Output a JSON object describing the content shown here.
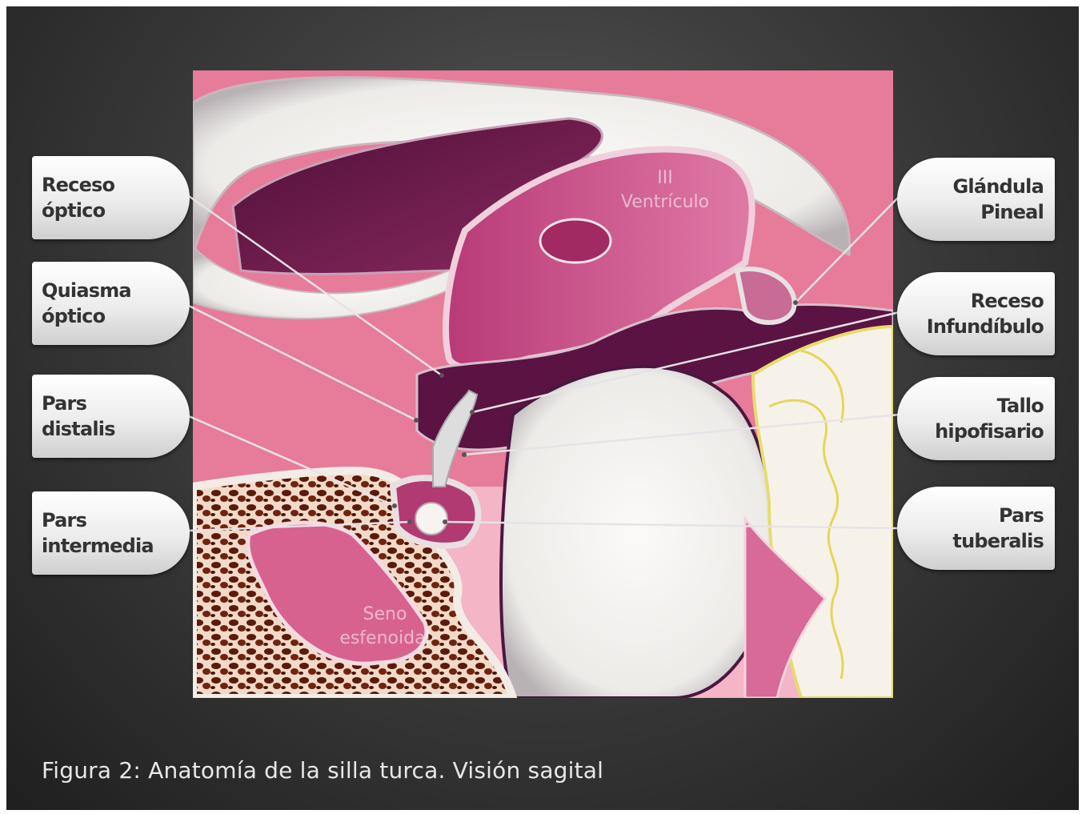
{
  "caption": "Figura 2: Anatomía de la silla turca. Visión sagital",
  "labels_left": [
    {
      "id": "receso-optico",
      "text": "Receso\nóptico"
    },
    {
      "id": "quiasma-optico",
      "text": "Quiasma\nóptico"
    },
    {
      "id": "pars-distalis",
      "text": "Pars\ndistalis"
    },
    {
      "id": "pars-intermedia",
      "text": "Pars\nintermedia"
    }
  ],
  "labels_right": [
    {
      "id": "glandula-pineal",
      "text": "Glándula\nPineal"
    },
    {
      "id": "receso-infundibulo",
      "text": "Receso\nInfundíbulo"
    },
    {
      "id": "tallo-hipofisario",
      "text": "Tallo\nhipofisario"
    },
    {
      "id": "pars-tuberalis",
      "text": "Pars\ntuberalis"
    }
  ],
  "illustration_labels": {
    "ventricle": "III\nVentrículo",
    "sinus": "Seno\nesfenoidal"
  },
  "colors": {
    "background": "#3c3c3c",
    "tissue_pink": "#e77b9a",
    "tissue_dark": "#6b1c48",
    "bone": "#4a1608",
    "white_matter": "#f3f1ee",
    "caption_text": "#e8e8e8"
  }
}
